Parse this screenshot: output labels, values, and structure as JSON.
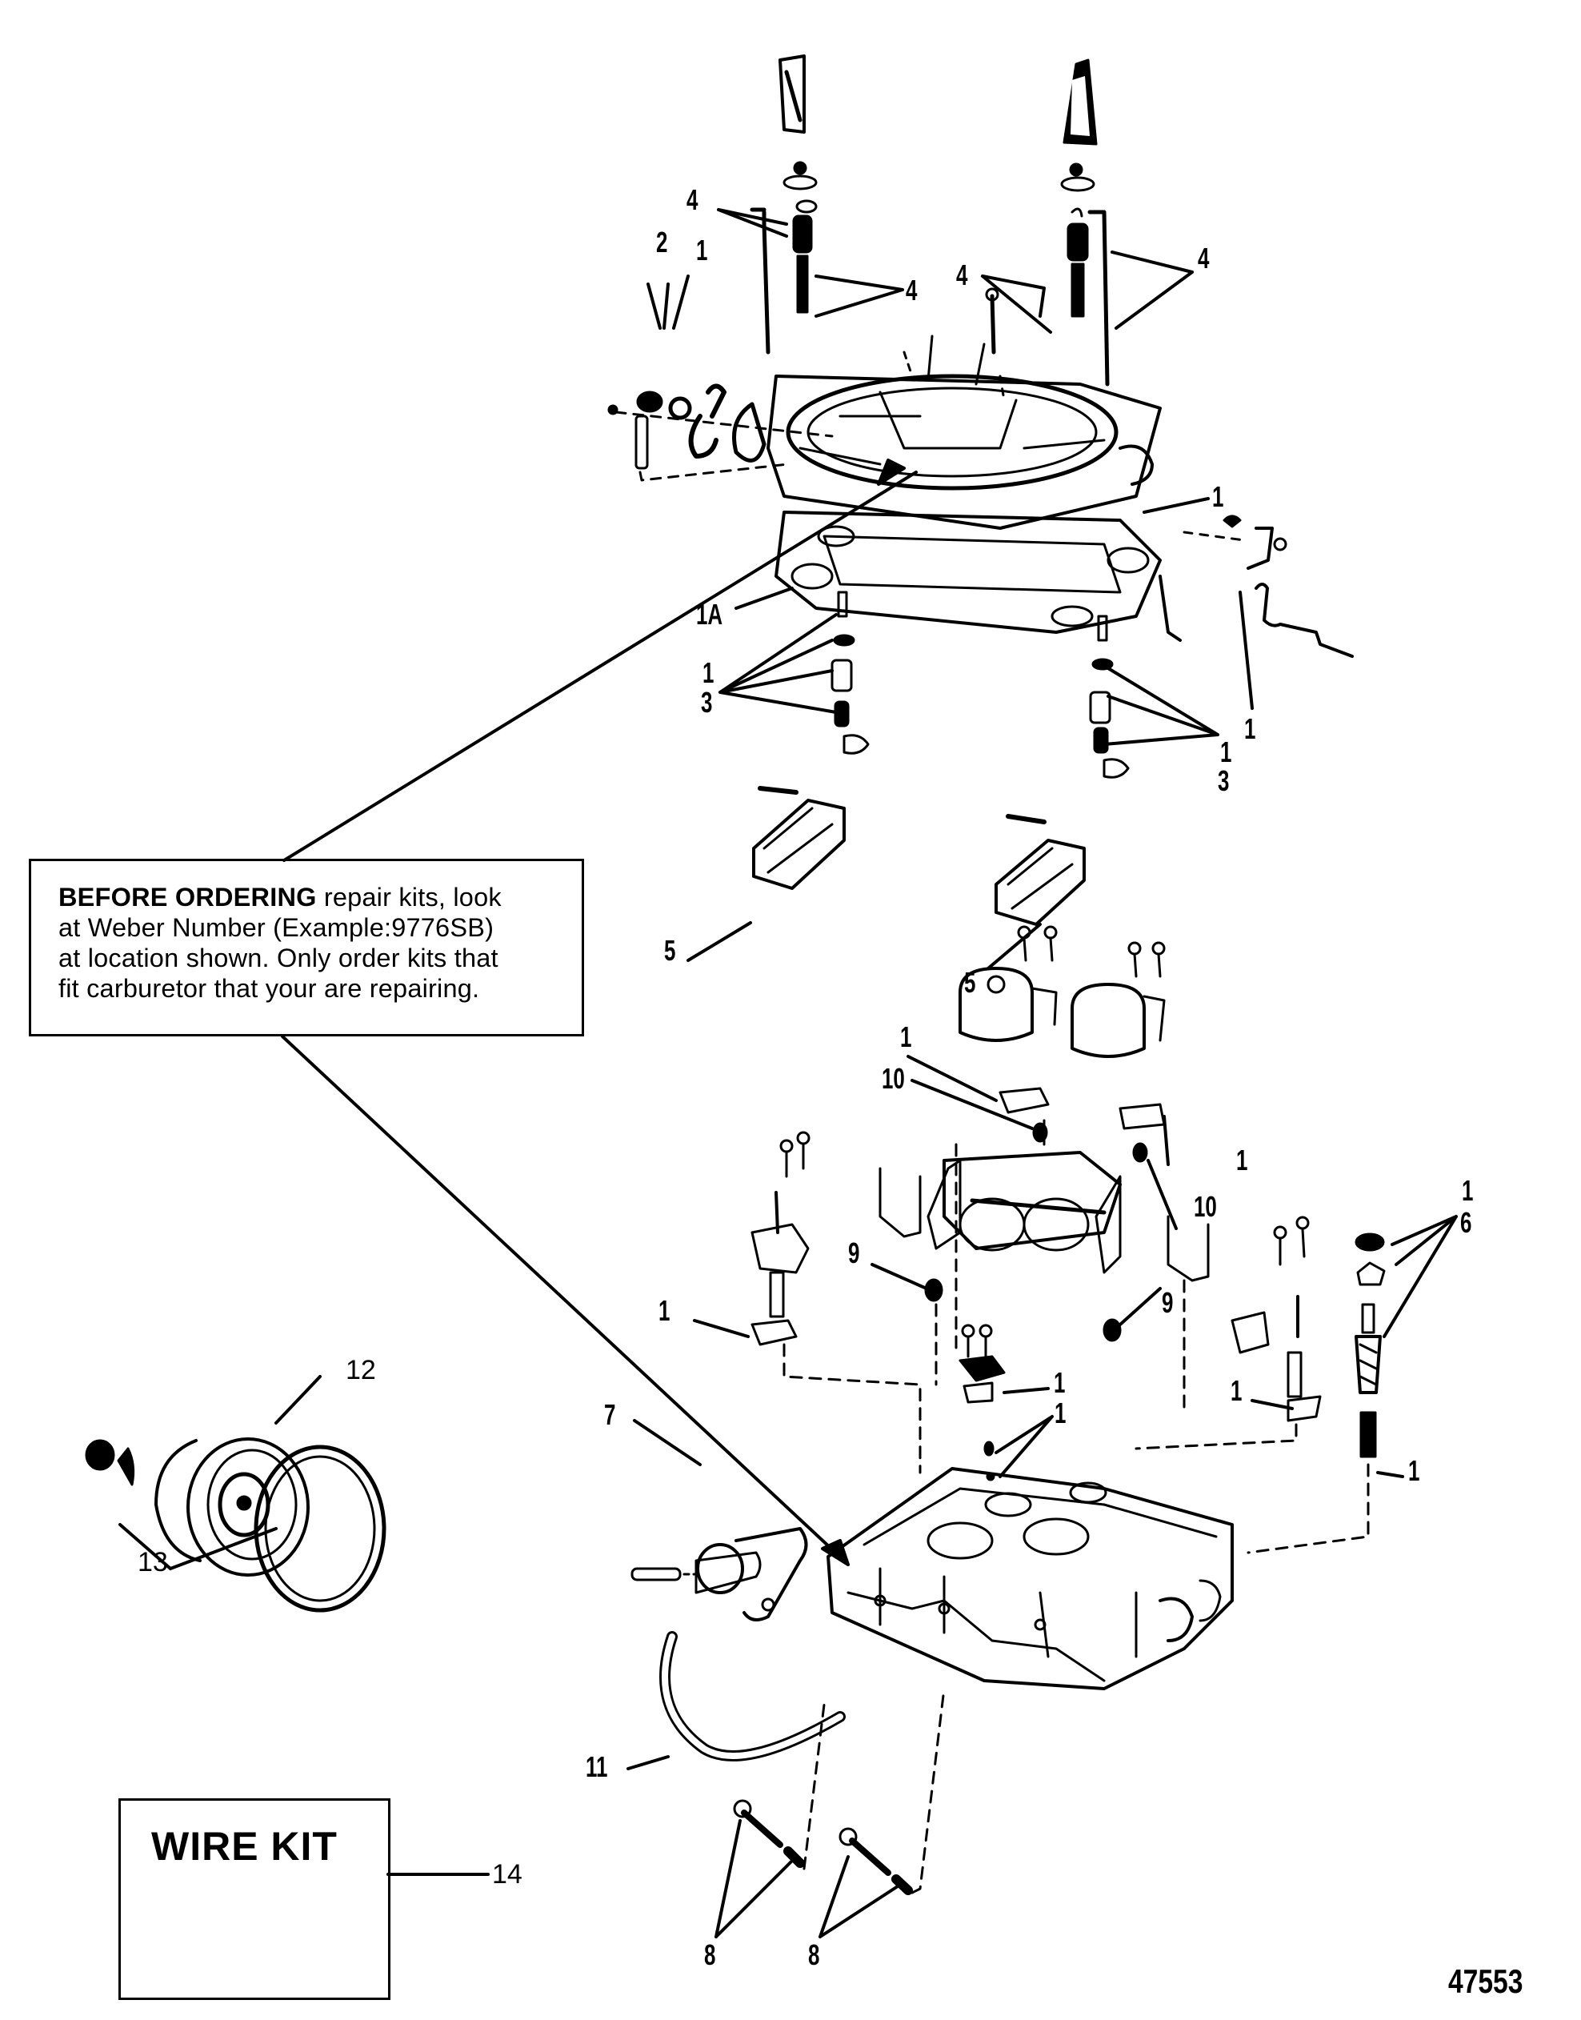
{
  "figure": {
    "title": "Carburetor exploded parts diagram (Weber 4-barrel)",
    "figure_number": "47553"
  },
  "note": {
    "bold_part": "BEFORE ORDERING",
    "rest_line1": " repair kits, look",
    "line2": "at Weber Number (Example:9776SB)",
    "line3": "at location shown. Only order kits that",
    "line4": "fit carburetor that your are repairing."
  },
  "wire_kit": {
    "label": "WIRE KIT",
    "callout": "14"
  },
  "callouts": [
    {
      "id": "c-4a",
      "text": "4"
    },
    {
      "id": "c-2",
      "text": "2"
    },
    {
      "id": "c-1a",
      "text": "1"
    },
    {
      "id": "c-4b",
      "text": "4"
    },
    {
      "id": "c-4c",
      "text": "4"
    },
    {
      "id": "c-4d",
      "text": "4"
    },
    {
      "id": "c-1b",
      "text": "1"
    },
    {
      "id": "c-1A",
      "text": "1A"
    },
    {
      "id": "c-1c",
      "text": "1"
    },
    {
      "id": "c-1d",
      "text": "1"
    },
    {
      "id": "c-3a",
      "text": "3"
    },
    {
      "id": "c-1e",
      "text": "1"
    },
    {
      "id": "c-3b",
      "text": "3"
    },
    {
      "id": "c-5a",
      "text": "5"
    },
    {
      "id": "c-5b",
      "text": "5"
    },
    {
      "id": "c-1f",
      "text": "1"
    },
    {
      "id": "c-10a",
      "text": "10"
    },
    {
      "id": "c-1g",
      "text": "1"
    },
    {
      "id": "c-10b",
      "text": "10"
    },
    {
      "id": "c-1h",
      "text": "1"
    },
    {
      "id": "c-6",
      "text": "6"
    },
    {
      "id": "c-9a",
      "text": "9"
    },
    {
      "id": "c-9b",
      "text": "9"
    },
    {
      "id": "c-1i",
      "text": "1"
    },
    {
      "id": "c-1j",
      "text": "1"
    },
    {
      "id": "c-1k",
      "text": "1"
    },
    {
      "id": "c-1l",
      "text": "1"
    },
    {
      "id": "c-1m",
      "text": "1"
    },
    {
      "id": "c-7",
      "text": "7"
    },
    {
      "id": "c-11",
      "text": "11"
    },
    {
      "id": "c-8a",
      "text": "8"
    },
    {
      "id": "c-8b",
      "text": "8"
    },
    {
      "id": "c-12",
      "text": "12"
    },
    {
      "id": "c-13",
      "text": "13"
    }
  ]
}
